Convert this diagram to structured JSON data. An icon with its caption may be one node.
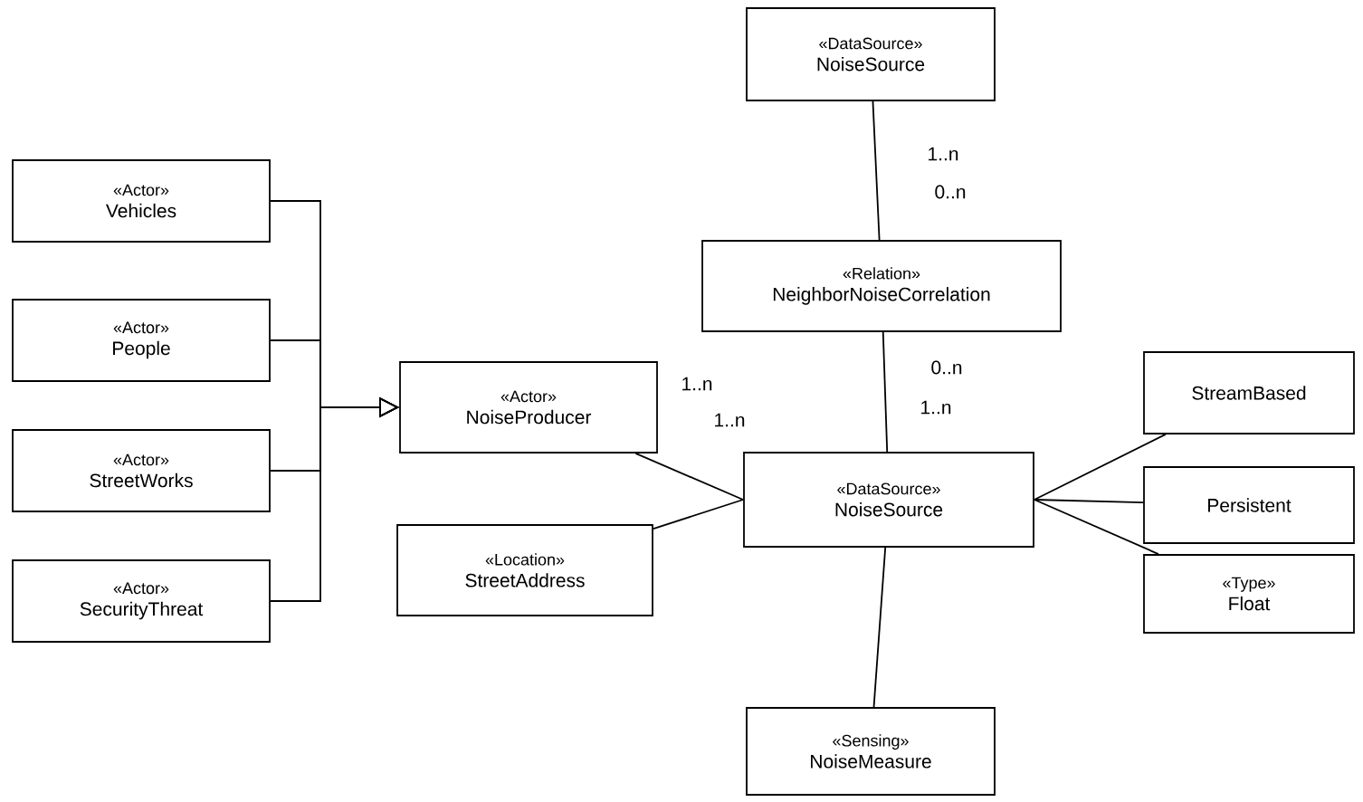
{
  "diagram": {
    "nodes": [
      {
        "text": [
          "«DataSource»",
          "NoiseSource"
        ]
      },
      {
        "text": [
          "«Relation»",
          "NeighborNoiseCorrelation"
        ]
      },
      {
        "text": [
          "«Actor»",
          "Vehicles"
        ]
      },
      {
        "text": [
          "«Actor»",
          "People"
        ]
      },
      {
        "text": [
          "«Actor»",
          "StreetWorks"
        ]
      },
      {
        "text": [
          "«Actor»",
          "SecurityThreat"
        ]
      },
      {
        "text": [
          "«Actor»",
          "NoiseProducer"
        ]
      },
      {
        "text": [
          "StreamBased"
        ]
      },
      {
        "text": [
          "«Location»",
          "StreetAddress"
        ]
      },
      {
        "text": [
          "«DataSource»",
          "NoiseSource"
        ]
      },
      {
        "text": [
          "Persistent"
        ]
      },
      {
        "text": [
          "«Type»",
          "Float"
        ]
      },
      {
        "text": [
          "«Sensing»",
          "NoiseMeasure"
        ]
      }
    ],
    "edges": [
      {
        "from": 2,
        "to": 6,
        "arrow": "to"
      },
      {
        "from": 3,
        "to": 6,
        "arrow": "to"
      },
      {
        "from": 4,
        "to": 6,
        "arrow": "to"
      },
      {
        "from": 5,
        "to": 6,
        "arrow": "to"
      },
      {
        "from": 0,
        "to": 1,
        "arrow": "none"
      },
      {
        "from": 1,
        "to": 9,
        "arrow": "none"
      },
      {
        "from": 6,
        "to": 9,
        "arrow": "none"
      },
      {
        "from": 8,
        "to": 9,
        "arrow": "none"
      },
      {
        "from": 9,
        "to": 7,
        "arrow": "none"
      },
      {
        "from": 9,
        "to": 10,
        "arrow": "none"
      },
      {
        "from": 9,
        "to": 11,
        "arrow": "none"
      },
      {
        "from": 9,
        "to": 12,
        "arrow": "none"
      }
    ],
    "labels": [
      "1..n",
      "0..n",
      "0..n",
      "1..n",
      "1..n",
      "1..n"
    ]
  }
}
